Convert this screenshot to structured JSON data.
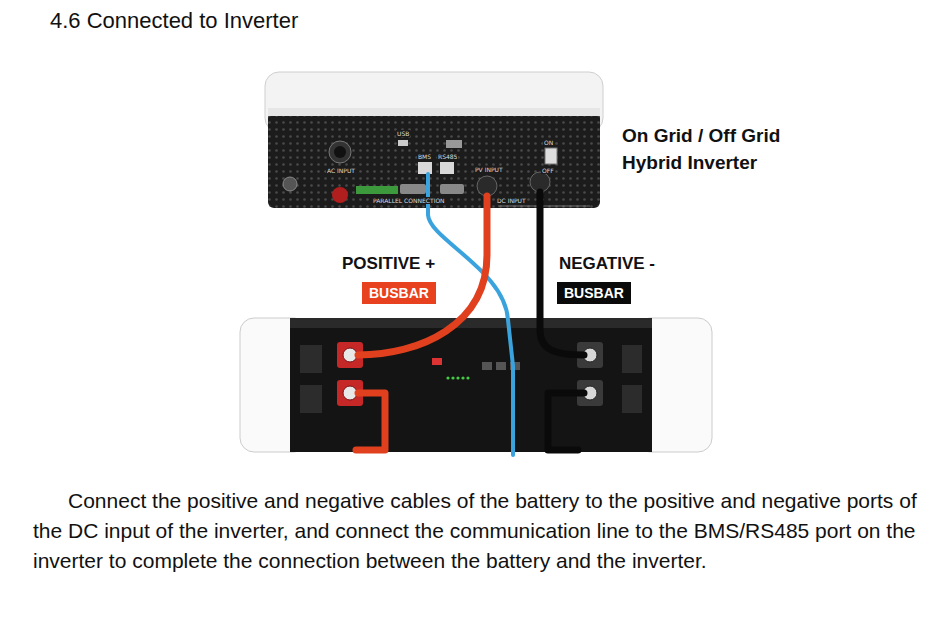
{
  "diagram": {
    "title": "4.6 Connected to Inverter",
    "caption": "Connect the positive and negative cables of the battery to the positive and negative ports of the DC input of the inverter, and connect the communication line to the BMS/RS485 port on the inverter to complete the connection between the battery and the inverter.",
    "nodes": [
      {
        "text": [
          "BUSBAR"
        ]
      },
      {
        "text": [
          "BUSBAR"
        ]
      }
    ],
    "labels": [
      "On Grid / Off Grid Hybrid Inverter",
      "POSITIVE +",
      "NEGATIVE -",
      "AC INPUT",
      "PV INPUT",
      "DC INPUT",
      "PARALLEL CONNECTION",
      "ON",
      "OFF",
      "USB",
      "BMS",
      "RS485"
    ]
  }
}
